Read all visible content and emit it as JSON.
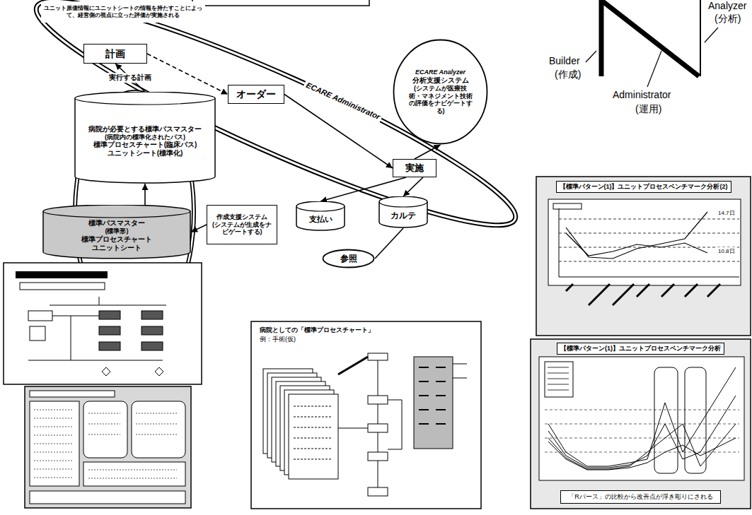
{
  "diagram": {
    "nodes": [
      {
        "text": [
          "ユニット原価情報にユニットシートの情報を持たすことによって、経営側の視点に立った評価が実施される"
        ]
      },
      {
        "text": [
          "計画"
        ]
      },
      {
        "text": [
          "病院が必要とする標準パスマスター",
          "(病院内の標準化されたパス)",
          "標準プロセスチャート(臨床パス)",
          "ユニットシート(標準化)"
        ]
      },
      {
        "text": [
          "標準パスマスター",
          "(標準形)",
          "標準プロセスチャート",
          "ユニットシート"
        ]
      },
      {
        "text": [
          "作成支援システム",
          "(システムが生成をナビゲートする)"
        ]
      },
      {
        "text": [
          "オーダー"
        ]
      },
      {
        "text": [
          "ECARE Analyzer",
          "分析支援システム",
          "(システムが医療技術・マネジメント技術の評価をナビゲートする)"
        ]
      },
      {
        "text": [
          "実施"
        ]
      },
      {
        "text": [
          "支払い"
        ]
      },
      {
        "text": [
          "カルテ"
        ]
      },
      {
        "text": [
          "参照"
        ]
      },
      {
        "text": [
          "病院としての「標準プロセスチャート」",
          "例：手術(仮)"
        ]
      },
      {
        "text": [
          "【標準パターン(1)】ユニットプロセスベンチマーク分析(2)"
        ]
      },
      {
        "text": [
          "【標準パターン(1)】ユニットプロセスベンチマーク分析",
          "「Rパース」の比較から改善点が浮き彫りにされる"
        ]
      }
    ],
    "edges": [
      {
        "from": 3,
        "to": 2,
        "arrow": "to"
      },
      {
        "from": 2,
        "to": 1,
        "label": "実行する計画",
        "arrow": "to"
      },
      {
        "from": 1,
        "to": 5,
        "arrow": "to"
      },
      {
        "from": 5,
        "to": 7,
        "arrow": "to"
      },
      {
        "from": 7,
        "to": 8,
        "arrow": "to"
      },
      {
        "from": 7,
        "to": 9,
        "arrow": "to"
      },
      {
        "from": 9,
        "to": 10,
        "arrow": "none"
      },
      {
        "from": 7,
        "to": 6,
        "arrow": "to"
      },
      {
        "from": 4,
        "to": 3,
        "arrow": "to"
      }
    ],
    "labels": [
      "ECARE Administrator",
      "Analyzer",
      "(分析)",
      "Builder",
      "(作成)",
      "Administrator",
      "(運用)",
      "14.7日",
      "10.8日"
    ]
  }
}
